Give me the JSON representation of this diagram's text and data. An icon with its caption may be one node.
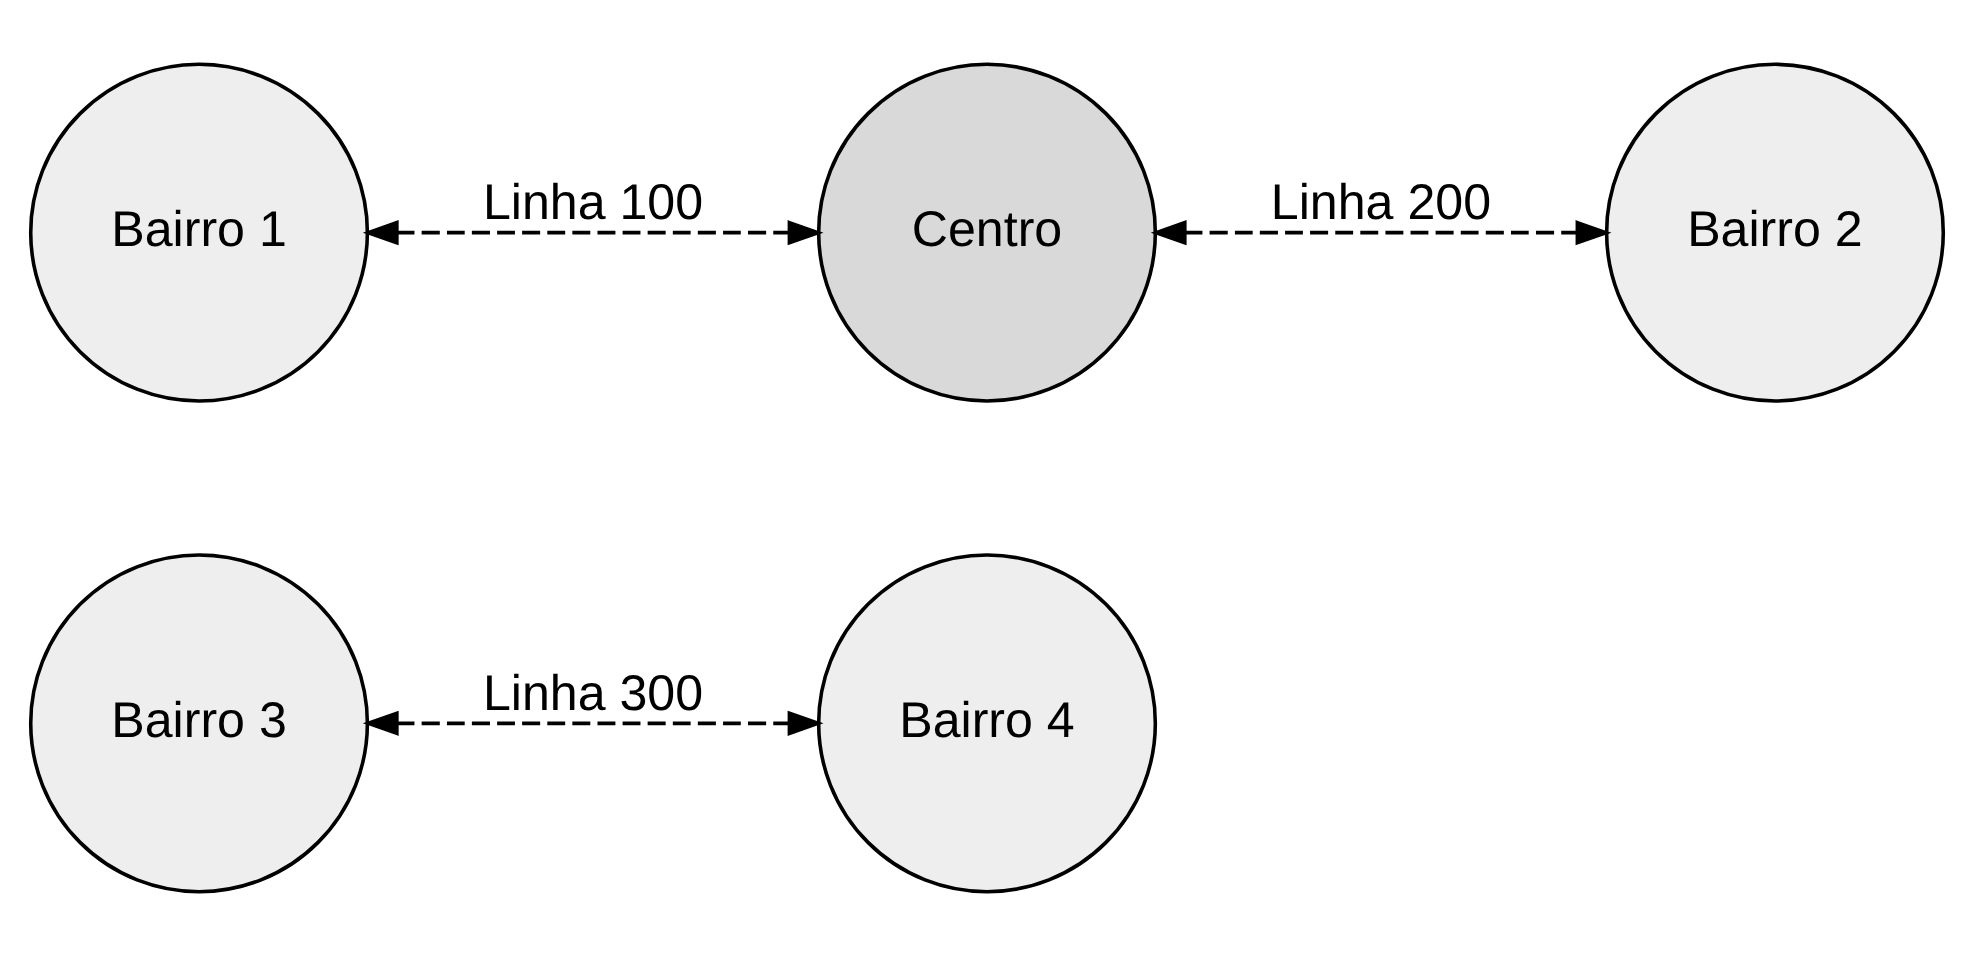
{
  "diagram": {
    "nodes": [
      {
        "text": [
          "Bairro 3"
        ]
      },
      {
        "text": [
          "Bairro 2"
        ]
      },
      {
        "text": [
          "Bairro 1"
        ]
      },
      {
        "text": [
          "Centro"
        ]
      },
      {
        "text": [
          "Bairro 4"
        ]
      }
    ],
    "edges": [
      {
        "from": 2,
        "to": 3,
        "arrow": "both",
        "label": "Linha 100",
        "style": "dashed"
      },
      {
        "from": 3,
        "to": 1,
        "arrow": "both",
        "label": "Linha 200",
        "style": "dashed"
      },
      {
        "from": 0,
        "to": 4,
        "arrow": "both",
        "label": "Linha 300",
        "style": "dashed"
      }
    ]
  }
}
